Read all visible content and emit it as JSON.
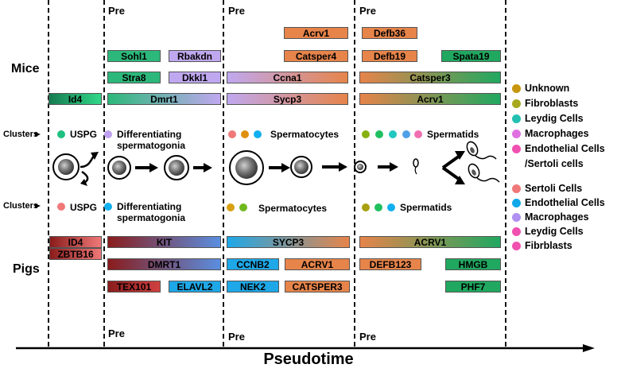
{
  "pre_label": "Pre",
  "species": {
    "mice": "Mice",
    "pigs": "Pigs"
  },
  "clusters_label": "Clusters",
  "axis_label": "Pseudotime",
  "mice_clusters": {
    "uspg": "USPG",
    "diff_line1": "Differentiating",
    "diff_line2": "spermatogonia",
    "spermatocytes": "Spermatocytes",
    "spermatids": "Spermatids"
  },
  "pig_clusters": {
    "uspg": "USPG",
    "diff_line1": "Differentiating",
    "diff_line2": "spermatogonia",
    "spermatocytes": "Spermatocytes",
    "spermatids": "Spermatids"
  },
  "mice_genes": {
    "acrv1_top": "Acrv1",
    "defb36": "Defb36",
    "sohl1": "Sohl1",
    "rbakdn": "Rbakdn",
    "catsper4": "Catsper4",
    "defb19": "Defb19",
    "spata19": "Spata19",
    "stra8": "Stra8",
    "dkkl1": "Dkkl1",
    "ccna1": "Ccna1",
    "catsper3": "Catsper3",
    "id4": "Id4",
    "dmrt1": "Dmrt1",
    "sycp3": "Sycp3",
    "acrv1": "Acrv1"
  },
  "pig_genes": {
    "id4": "ID4",
    "zbtb16": "ZBTB16",
    "kit": "KIT",
    "sycp3": "SYCP3",
    "acrv1_long": "ACRV1",
    "dmrt1": "DMRT1",
    "ccnb2": "CCNB2",
    "acrv1": "ACRV1",
    "defb123": "DEFB123",
    "hmgb": "HMGB",
    "tex101": "TEX101",
    "elavl2": "ELAVL2",
    "nek2": "NEK2",
    "catsper3": "CATSPER3",
    "phf7": "PHF7"
  },
  "legend_mice": [
    {
      "label": "Unknown",
      "color": "#c8960c"
    },
    {
      "label": "Fibroblasts",
      "color": "#a8a81e"
    },
    {
      "label": "Leydig Cells",
      "color": "#22c0b0"
    },
    {
      "label": "Macrophages",
      "color": "#e070e0"
    },
    {
      "label": "Endothelial Cells",
      "color": "#f050b0"
    },
    {
      "label": "/Sertoli cells",
      "color": ""
    }
  ],
  "legend_pigs": [
    {
      "label": "Sertoli Cells",
      "color": "#f07878"
    },
    {
      "label": "Endothelial Cells",
      "color": "#10a8e8"
    },
    {
      "label": "Macrophages",
      "color": "#b090f0"
    },
    {
      "label": "Leydig Cells",
      "color": "#f050b0"
    },
    {
      "label": "Fibrblasts",
      "color": "#f050b0"
    }
  ],
  "colors": {
    "green": "#2cb87a",
    "purple": "#c0a8f0",
    "orange": "#e88a4a",
    "blue": "#1ea8e8",
    "darkred": "#8a1c1c",
    "uspg_mice": "#20c080",
    "uspg_pig": "#f07878",
    "sc_red": "#f07878",
    "sc_orange": "#e09010",
    "sc_blue": "#10b0f0",
    "sd_olive": "#88b010",
    "sd_green": "#20c060",
    "sd_teal": "#20c8c0",
    "sd_blue": "#50a0e8",
    "sd_pink": "#f070b0",
    "pc_orange": "#d8a010",
    "pc_green": "#70b820"
  }
}
